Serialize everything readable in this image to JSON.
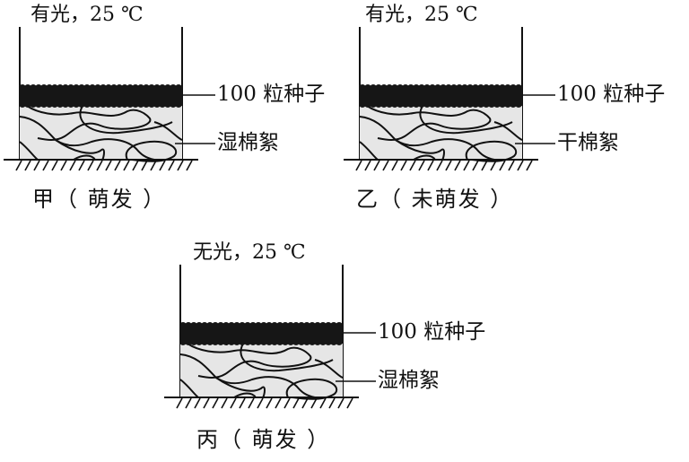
{
  "setups": [
    {
      "id": "jia",
      "condition": "有光，25 ℃",
      "seed_label": "100 粒种子",
      "cotton_label": "湿棉絮",
      "caption": "甲（ 萌发 ）"
    },
    {
      "id": "yi",
      "condition": "有光，25 ℃",
      "seed_label": "100 粒种子",
      "cotton_label": "干棉絮",
      "caption": "乙（ 未萌发 ）"
    },
    {
      "id": "bing",
      "condition": "无光，25 ℃",
      "seed_label": "100 粒种子",
      "cotton_label": "湿棉絮",
      "caption": "丙（ 萌发 ）"
    }
  ],
  "colors": {
    "seed_layer": "#161616",
    "cotton_fill": "#e6e6e6",
    "line": "#111111"
  }
}
